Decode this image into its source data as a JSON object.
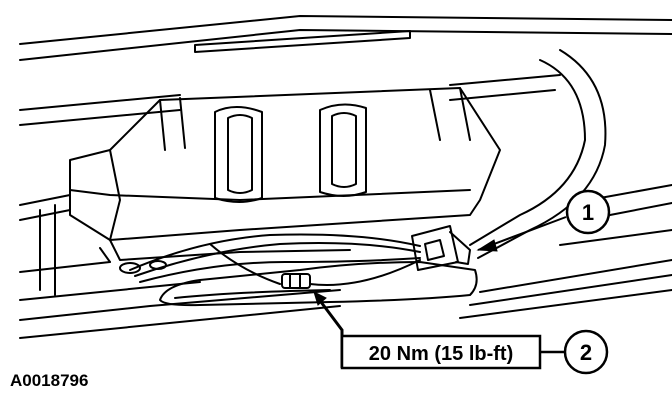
{
  "figure_id": "A0018796",
  "callouts": [
    {
      "number": "1"
    },
    {
      "number": "2",
      "spec": "20 Nm (15 lb-ft)"
    }
  ]
}
